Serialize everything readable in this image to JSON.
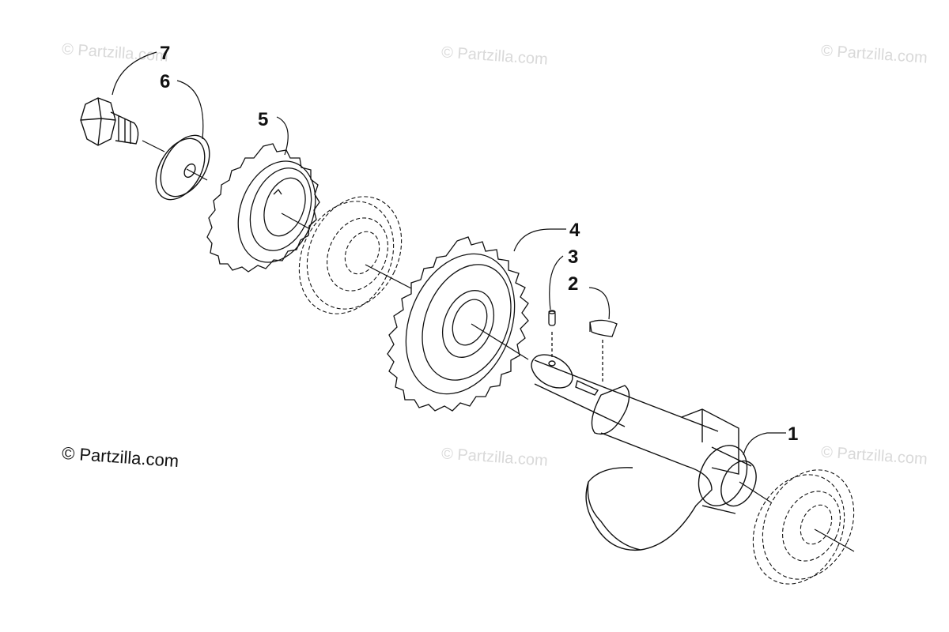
{
  "watermarks": [
    "© Partzilla.com",
    "© Partzilla.com",
    "© Partzilla.com",
    "© Partzilla.com",
    "© Partzilla.com"
  ],
  "copyright": "© Partzilla.com",
  "callouts": [
    "7",
    "6",
    "5",
    "4",
    "3",
    "2",
    "1"
  ]
}
